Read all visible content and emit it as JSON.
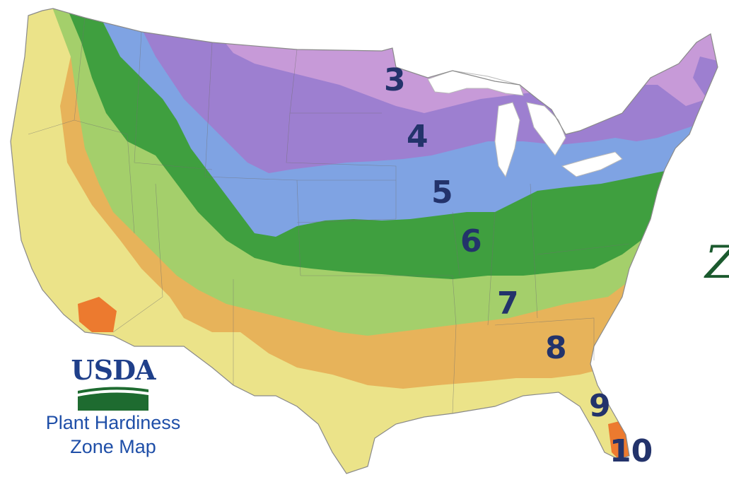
{
  "map": {
    "zones": [
      {
        "label": "3",
        "color": "#c79ad8"
      },
      {
        "label": "4",
        "color": "#9d7fd0"
      },
      {
        "label": "5",
        "color": "#7fa3e3"
      },
      {
        "label": "6",
        "color": "#3f9f3f"
      },
      {
        "label": "7",
        "color": "#a4cf6b"
      },
      {
        "label": "8",
        "color": "#ebe389"
      },
      {
        "label": "9",
        "color": "#e7b35a"
      },
      {
        "label": "10",
        "color": "#ec7a2f"
      }
    ],
    "lakes_color": "#ffffff"
  },
  "logo": {
    "name": "USDA",
    "caption_line1": "Plant Hardiness",
    "caption_line2": "Zone Map",
    "brand_color": "#1f4fa8",
    "swoosh_color": "#1e6b30"
  },
  "side_glyph": "Z"
}
